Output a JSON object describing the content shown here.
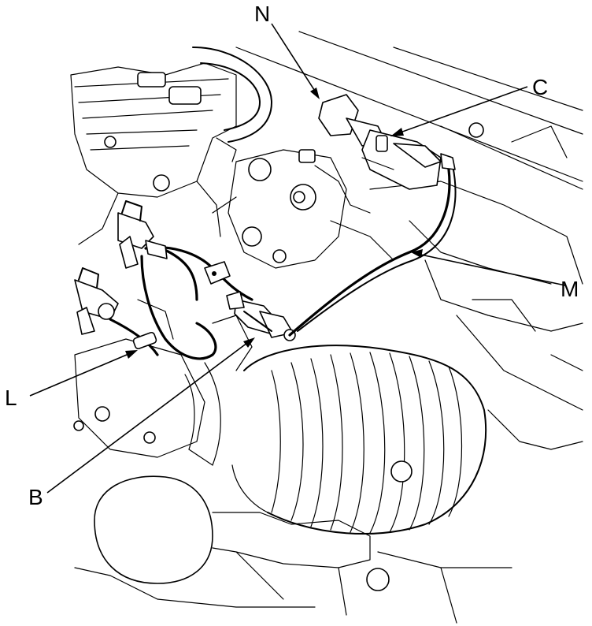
{
  "callouts": {
    "N": "N",
    "C": "C",
    "M": "M",
    "L": "L",
    "B": "B"
  }
}
